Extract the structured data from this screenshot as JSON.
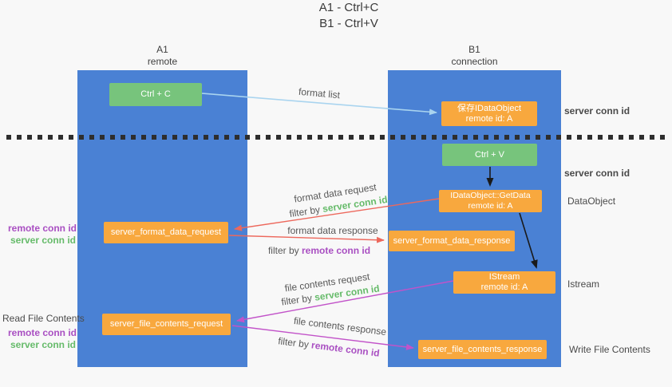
{
  "title": {
    "line1": "A1 - Ctrl+C",
    "line2": "B1 - Ctrl+V"
  },
  "lanes": {
    "left": {
      "name": "A1",
      "role": "remote"
    },
    "right": {
      "name": "B1",
      "role": "connection"
    }
  },
  "nodes": {
    "ctrl_c": {
      "label": "Ctrl + C"
    },
    "save_idataobject": {
      "line1": "保存IDataObject",
      "line2": "remote id: A"
    },
    "ctrl_v": {
      "label": "Ctrl + V"
    },
    "idataobject_getdata": {
      "line1": "IDataObject::GetData",
      "line2": "remote id: A"
    },
    "server_format_data_request": {
      "label": "server_format_data_request"
    },
    "server_format_data_response": {
      "label": "server_format_data_response"
    },
    "istream": {
      "line1": "IStream",
      "line2": "remote id: A"
    },
    "server_file_contents_request": {
      "label": "server_file_contents_request"
    },
    "server_file_contents_response": {
      "label": "server_file_contents_response"
    }
  },
  "edge_labels": {
    "format_list": "format list",
    "format_data_request": "format data request",
    "format_data_response": "format data response",
    "file_contents_request": "file contents request",
    "file_contents_response": "file contents response",
    "filter_by": "filter by",
    "server_conn_id": "server conn id",
    "remote_conn_id": "remote conn id"
  },
  "side_labels": {
    "server_conn_id_top": "server conn id",
    "server_conn_id_mid": "server conn id",
    "dataobject": "DataObject",
    "istream": "Istream",
    "read_file_contents": "Read File Contents",
    "write_file_contents": "Write File Contents",
    "remote_conn_id": "remote conn id",
    "server_conn_id": "server conn id"
  },
  "colors": {
    "background": "#f8f8f8",
    "lane_blue": "#4a81d4",
    "node_green": "#77c47c",
    "node_orange": "#f8a83e",
    "arrow_light_blue": "#a9d4ef",
    "arrow_red": "#ed685c",
    "arrow_magenta": "#c253c9",
    "arrow_black": "#1a1a1a",
    "label_green": "#66bb6a",
    "label_purple": "#a94fc2",
    "label_gray": "#585858",
    "divider_black": "#2e2e2e"
  }
}
